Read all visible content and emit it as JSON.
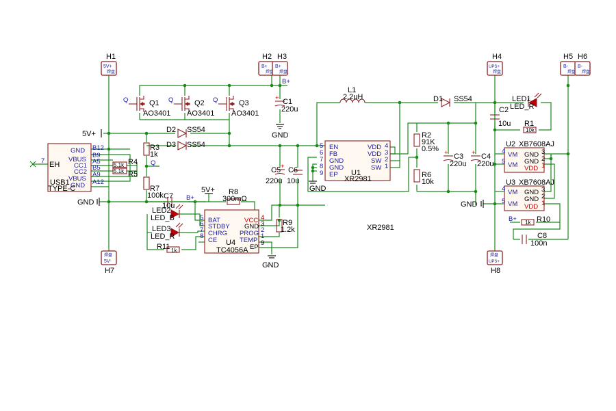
{
  "sheet": {
    "title": "XR2981"
  },
  "holes": {
    "h1": {
      "ref": "H1",
      "top": "5V+",
      "bot": "焊盘"
    },
    "h2": {
      "ref": "H2",
      "top": "B+",
      "bot": "焊盘"
    },
    "h3": {
      "ref": "H3",
      "top": "B+",
      "bot": "焊盘"
    },
    "h4": {
      "ref": "H4",
      "top": "UPS+",
      "bot": "焊盘"
    },
    "h5": {
      "ref": "H5",
      "top": "B-",
      "bot": "焊盘"
    },
    "h6": {
      "ref": "H6",
      "top": "B-",
      "bot": "焊盘"
    },
    "h7": {
      "ref": "H7",
      "top": "焊盘",
      "bot": "5V-"
    },
    "h8": {
      "ref": "H8",
      "top": "焊盘",
      "bot": "UPS+"
    }
  },
  "nets": {
    "v5": "5V+",
    "bplus": "B+",
    "gnd": "GND",
    "q": "Q"
  },
  "usb": {
    "ref": "USB1",
    "type": "TYPE-C",
    "eh": "EH",
    "eh_pin": "7",
    "labels": [
      "GND",
      "VBUS",
      "CC1",
      "CC2",
      "VBUS",
      "GND"
    ],
    "pins": [
      "B12",
      "B9",
      "A5",
      "B5",
      "A9",
      "A12"
    ]
  },
  "mosfets": [
    {
      "ref": "Q1",
      "val": "AO3401",
      "gate": "Q"
    },
    {
      "ref": "Q2",
      "val": "AO3401",
      "gate": "Q"
    },
    {
      "ref": "Q3",
      "val": "AO3401",
      "gate": "Q"
    }
  ],
  "diodes": {
    "d2": {
      "ref": "D2",
      "val": "SS54"
    },
    "d3": {
      "ref": "D3",
      "val": "SS54"
    },
    "d1": {
      "ref": "D1",
      "val": "SS54"
    }
  },
  "resistors": {
    "r3": {
      "ref": "R3",
      "val": "1k"
    },
    "r4": {
      "ref": "R4",
      "val": "5.1k"
    },
    "r5": {
      "ref": "R5",
      "val": "5.1k"
    },
    "r7": {
      "ref": "R7",
      "val": "100k"
    },
    "r8": {
      "ref": "R8",
      "val": "300mΩ"
    },
    "r9": {
      "ref": "R9",
      "val": "1.2k"
    },
    "r11": {
      "ref": "R11",
      "val": "1k"
    },
    "r2": {
      "ref": "R2",
      "val": "91K",
      "tol": "0.5%"
    },
    "r6": {
      "ref": "R6",
      "val": "10k"
    },
    "r1": {
      "ref": "R1",
      "val": "10k"
    },
    "r10": {
      "ref": "R10",
      "val": "1k"
    }
  },
  "caps": {
    "c1": {
      "ref": "C1",
      "val": "220u"
    },
    "c5": {
      "ref": "C5",
      "val": "220u"
    },
    "c6": {
      "ref": "C6",
      "val": "10u"
    },
    "c7": {
      "ref": "C7",
      "val": "10u"
    },
    "c3": {
      "ref": "C3",
      "val": "220u"
    },
    "c4": {
      "ref": "C4",
      "val": "220u"
    },
    "c2": {
      "ref": "C2",
      "val": "10u"
    },
    "c8": {
      "ref": "C8",
      "val": "100n"
    }
  },
  "inductor": {
    "ref": "L1",
    "val": "2.2uH"
  },
  "leds": {
    "led1": {
      "ref": "LED1",
      "val": "LED_R"
    },
    "led2": {
      "ref": "LED2",
      "val": "LED_B"
    },
    "led3": {
      "ref": "LED3",
      "val": "LED_R"
    }
  },
  "u1": {
    "ref": "U1",
    "val": "XR2981",
    "left": [
      "EN",
      "FB",
      "GND",
      "GND",
      "EP"
    ],
    "left_pins": [
      "5",
      "6",
      "7",
      "8",
      "9"
    ],
    "right": [
      "VDD",
      "VDD",
      "SW",
      "SW"
    ],
    "right_pins": [
      "4",
      "3",
      "2",
      "1"
    ]
  },
  "u4": {
    "ref": "U4",
    "val": "TC4056A",
    "left": [
      "BAT",
      "STDBY",
      "CHRG",
      "CE"
    ],
    "left_pins": [
      "5",
      "6",
      "7",
      "8"
    ],
    "right": [
      "VCC",
      "GND",
      "PROG",
      "TEMP",
      "EP"
    ],
    "right_pins": [
      "4",
      "3",
      "2",
      "1",
      "9"
    ]
  },
  "u2": {
    "ref": "U2",
    "val": "XB7608AJ",
    "left": [
      "VM",
      "VM"
    ],
    "left_pins": [
      "4",
      "5"
    ],
    "right": [
      "GND",
      "GND",
      "VDD"
    ],
    "right_pins": [
      "3",
      "2",
      "1"
    ]
  },
  "u3": {
    "ref": "U3",
    "val": "XB7608AJ",
    "left": [
      "VM",
      "VM"
    ],
    "left_pins": [
      "4",
      "5"
    ],
    "right": [
      "GND",
      "GND",
      "VDD"
    ],
    "right_pins": [
      "3",
      "2",
      "1"
    ]
  }
}
